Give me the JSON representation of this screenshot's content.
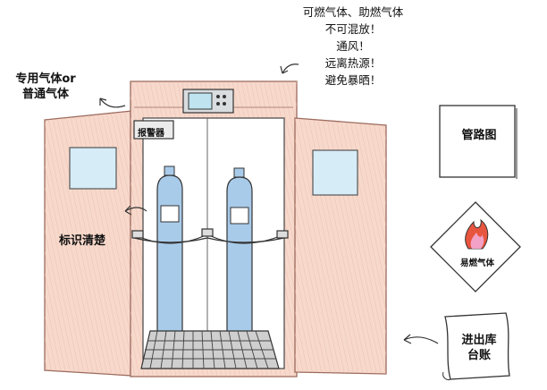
{
  "notes": [
    "可燃气体、助燃气体",
    "不可混放！",
    "通风！",
    "远离热源！",
    "避免暴晒！"
  ],
  "labels": {
    "gas_type_line1": "专用气体or",
    "gas_type_line2": "普通气体",
    "label_clear": "标识清楚",
    "alarm": "报警器",
    "pipeline_diagram": "管路图",
    "flammable_gas": "易燃气体",
    "ledger_line1": "进出库",
    "ledger_line2": "台账"
  },
  "colors": {
    "cabinet_fill": "#f7d9cc",
    "cabinet_stroke": "#c98b78",
    "cylinder_fill": "#a9cbea",
    "window_fill": "#d6ecf7",
    "flame": "#e8553f",
    "flame_inner": "#f2a2c6"
  },
  "icons": [
    "flame-icon",
    "arrow-icon"
  ]
}
